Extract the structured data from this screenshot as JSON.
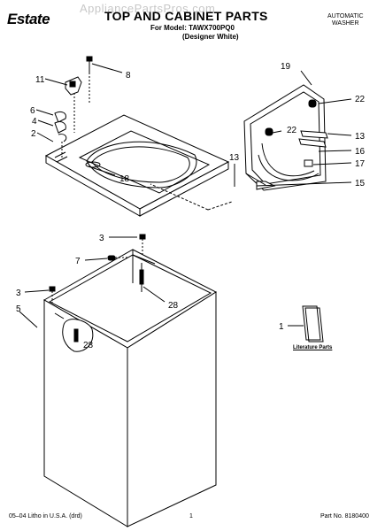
{
  "header": {
    "brand": "Estate",
    "watermark": "AppliancePartsPros.com",
    "title": "TOP AND CABINET PARTS",
    "model_line": "For Model: TAWX700PQ0",
    "variant": "(Designer White)",
    "product_line1": "AUTOMATIC",
    "product_line2": "WASHER"
  },
  "callouts": {
    "c8": "8",
    "c11": "11",
    "c6": "6",
    "c4": "4",
    "c2": "2",
    "c18": "18",
    "c19": "19",
    "c22a": "22",
    "c22b": "22",
    "c13a": "13",
    "c13b": "13",
    "c16": "16",
    "c17": "17",
    "c15": "15",
    "c3a": "3",
    "c7": "7",
    "c28a": "28",
    "c3b": "3",
    "c5": "5",
    "c28b": "28",
    "c1": "1"
  },
  "literature_label": "Literature Parts",
  "footer": {
    "left": "05–04 Litho in U.S.A. (drd)",
    "page": "1",
    "part_no": "Part No. 8180400"
  }
}
